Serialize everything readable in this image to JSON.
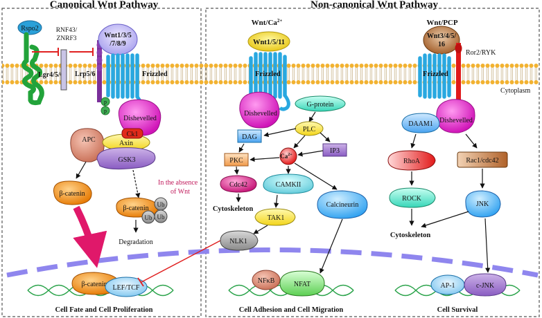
{
  "headings": {
    "canonical": "Canonical Wnt Pathway",
    "noncanonical": "Non-canonical Wnt Pathway",
    "ca": "Wnt/Ca",
    "ca_sup": "2+",
    "pcp": "Wnt/PCP"
  },
  "membrane": {
    "cytoplasm": "Cytoplasm"
  },
  "canonical": {
    "rspo2": "Rspo2",
    "rnf43": "RNF43/",
    "znrf3": "ZNRF3",
    "lgr": "Lgr4/5/6",
    "lrp": "Lrp5/6",
    "p": "p",
    "wnt_line1": "Wnt1/3/5",
    "wnt_line2": "/7/8/9",
    "frizzled": "Frizzled",
    "dishevelled": "Dishevelled",
    "apc": "APC",
    "ck1": "Ck1",
    "axin": "Axin",
    "gsk3": "GSK3",
    "absence_line1": "In the absence",
    "absence_line2": "of Wnt",
    "bcatenin": "β-catenin",
    "bcatenin_ub": "β-catenin",
    "ub": "Ub",
    "degradation": "Degradation",
    "bcatenin_nuc": "β-catenin",
    "leftcf": "LEF/TCF",
    "outcome": "Cell Fate and Cell Proliferation"
  },
  "ca_pathway": {
    "wnt": "Wnt1/5/11",
    "frizzled": "Frizzled",
    "dishevelled": "Dishevelled",
    "gprotein": "G-protein",
    "dag": "DAG",
    "plc": "PLC",
    "ca": "Ca",
    "ca_sup": "2+",
    "ip3": "IP3",
    "pkc": "PKC",
    "cdc42": "Cdc42",
    "camkii": "CAMKII",
    "cytoskeleton": "Cytoskeleton",
    "calcineurin": "Calcineurin",
    "tak1": "TAK1",
    "nlk1": "NLK1",
    "nfkb": "NFκB",
    "nfat": "NFAT",
    "outcome": "Cell Adhesion and Cell Migration"
  },
  "pcp_pathway": {
    "wnt_line1": "Wnt3/4/5/",
    "wnt_line2": "16",
    "ror": "Ror2/RYK",
    "frizzled": "Frizzled",
    "dishevelled": "Dishevelled",
    "daam1": "DAAM1",
    "rhoa": "RhoA",
    "rac": "Rac1/cdc42",
    "rock": "ROCK",
    "jnk": "JNK",
    "cytoskeleton": "Cytoskeleton",
    "ap1": "AP-1",
    "cjnk": "c-JNK",
    "outcome": "Cell Survival"
  },
  "colors": {
    "membrane_head": "#f2b230",
    "receptor": "#29a8e0",
    "dishevelled": "#e619c8",
    "wnt": "#f6e84a",
    "lgr": "#22a33a",
    "nucleus": "#8f86ee",
    "inhibit": "#e02020"
  }
}
